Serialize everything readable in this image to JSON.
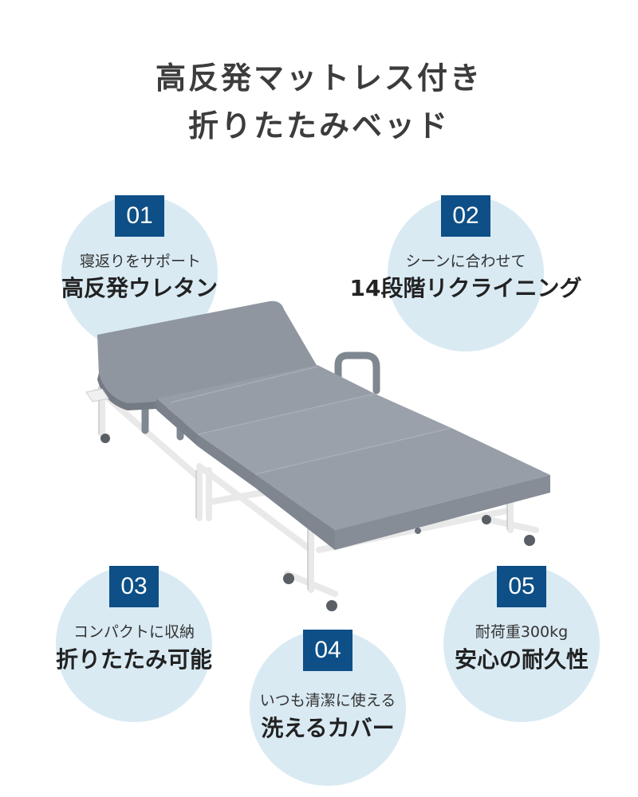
{
  "headline": {
    "line1": "高反発マットレス付き",
    "line2": "折りたたみベッド"
  },
  "features": [
    {
      "number": "01",
      "subtitle": "寝返りをサポート",
      "title": "高反発ウレタン"
    },
    {
      "number": "02",
      "subtitle": "シーンに合わせて",
      "title": "14段階リクライニング"
    },
    {
      "number": "03",
      "subtitle": "コンパクトに収納",
      "title": "折りたたみ可能"
    },
    {
      "number": "04",
      "subtitle": "いつも清潔に使える",
      "title": "洗えるカバー"
    },
    {
      "number": "05",
      "subtitle": "耐荷重300kg",
      "title": "安心の耐久性"
    }
  ],
  "colors": {
    "badge": "#0d4f86",
    "circle": "#d9eaf3",
    "mattress": "#8f969f",
    "frame": "#f2f2f2"
  },
  "image": {
    "subject": "folding-bed-product-photo"
  }
}
